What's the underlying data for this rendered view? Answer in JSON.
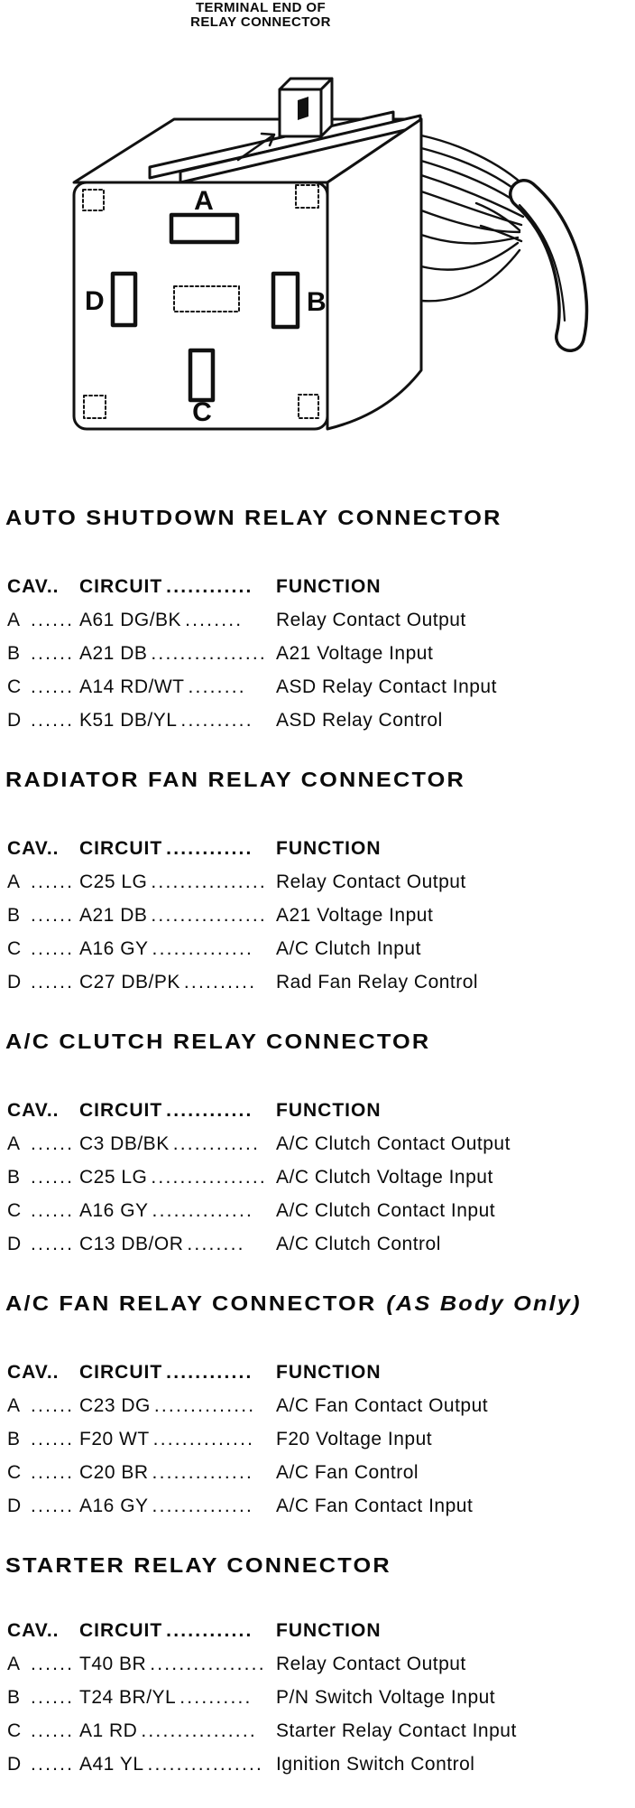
{
  "title": {
    "line1": "TERMINAL END OF",
    "line2": "RELAY CONNECTOR"
  },
  "diagram": {
    "label_a": "A",
    "label_b": "B",
    "label_c": "C",
    "label_d": "D"
  },
  "sections": [
    {
      "title": "AUTO SHUTDOWN RELAY CONNECTOR",
      "title_note": "",
      "header": {
        "cav": "CAV..",
        "circuit": "CIRCUIT",
        "dots": "............",
        "function": "FUNCTION"
      },
      "rows": [
        {
          "cav": "A",
          "cav_dots": "......",
          "circuit": "A61 DG/BK",
          "dots": "........",
          "function": "Relay Contact Output"
        },
        {
          "cav": "B",
          "cav_dots": "......",
          "circuit": "A21 DB",
          "dots": "................",
          "function": "A21 Voltage Input"
        },
        {
          "cav": "C",
          "cav_dots": "......",
          "circuit": "A14 RD/WT",
          "dots": "........",
          "function": "ASD Relay Contact Input"
        },
        {
          "cav": "D",
          "cav_dots": "......",
          "circuit": "K51 DB/YL",
          "dots": "..........",
          "function": "ASD Relay Control"
        }
      ]
    },
    {
      "title": "RADIATOR FAN RELAY CONNECTOR",
      "title_note": "",
      "header": {
        "cav": "CAV..",
        "circuit": "CIRCUIT",
        "dots": "............",
        "function": "FUNCTION"
      },
      "rows": [
        {
          "cav": "A",
          "cav_dots": "......",
          "circuit": "C25 LG",
          "dots": "................",
          "function": "Relay Contact Output"
        },
        {
          "cav": "B",
          "cav_dots": "......",
          "circuit": "A21 DB",
          "dots": "................",
          "function": "A21 Voltage Input"
        },
        {
          "cav": "C",
          "cav_dots": "......",
          "circuit": "A16 GY",
          "dots": "..............",
          "function": "A/C Clutch Input"
        },
        {
          "cav": "D",
          "cav_dots": "......",
          "circuit": "C27 DB/PK",
          "dots": "..........",
          "function": "Rad Fan Relay Control"
        }
      ]
    },
    {
      "title": "A/C CLUTCH RELAY CONNECTOR",
      "title_note": "",
      "header": {
        "cav": "CAV..",
        "circuit": "CIRCUIT",
        "dots": "............",
        "function": "FUNCTION"
      },
      "rows": [
        {
          "cav": "A",
          "cav_dots": "......",
          "circuit": "C3 DB/BK",
          "dots": "............",
          "function": "A/C Clutch Contact Output"
        },
        {
          "cav": "B",
          "cav_dots": "......",
          "circuit": "C25 LG",
          "dots": "................",
          "function": "A/C Clutch Voltage Input"
        },
        {
          "cav": "C",
          "cav_dots": "......",
          "circuit": "A16 GY",
          "dots": "..............",
          "function": "A/C Clutch Contact Input"
        },
        {
          "cav": "D",
          "cav_dots": "......",
          "circuit": "C13 DB/OR",
          "dots": "........",
          "function": "A/C Clutch Control"
        }
      ]
    },
    {
      "title": "A/C FAN RELAY CONNECTOR",
      "title_note": "(AS Body Only)",
      "header": {
        "cav": "CAV..",
        "circuit": "CIRCUIT",
        "dots": "............",
        "function": "FUNCTION"
      },
      "rows": [
        {
          "cav": "A",
          "cav_dots": "......",
          "circuit": "C23 DG",
          "dots": "..............",
          "function": "A/C Fan Contact Output"
        },
        {
          "cav": "B",
          "cav_dots": "......",
          "circuit": "F20 WT",
          "dots": "..............",
          "function": "F20 Voltage Input"
        },
        {
          "cav": "C",
          "cav_dots": "......",
          "circuit": "C20 BR",
          "dots": "..............",
          "function": "A/C Fan Control"
        },
        {
          "cav": "D",
          "cav_dots": "......",
          "circuit": "A16 GY",
          "dots": "..............",
          "function": "A/C Fan Contact Input"
        }
      ]
    },
    {
      "title": "STARTER RELAY CONNECTOR",
      "title_note": "",
      "header": {
        "cav": "CAV..",
        "circuit": "CIRCUIT",
        "dots": "............",
        "function": "FUNCTION"
      },
      "rows": [
        {
          "cav": "A",
          "cav_dots": "......",
          "circuit": "T40 BR",
          "dots": "................",
          "function": "Relay Contact Output"
        },
        {
          "cav": "B",
          "cav_dots": "......",
          "circuit": "T24 BR/YL",
          "dots": "..........",
          "function": "P/N Switch Voltage Input"
        },
        {
          "cav": "C",
          "cav_dots": "......",
          "circuit": "A1 RD",
          "dots": "................",
          "function": "Starter Relay Contact Input"
        },
        {
          "cav": "D",
          "cav_dots": "......",
          "circuit": "A41 YL",
          "dots": "................",
          "function": "Ignition Switch Control"
        }
      ]
    }
  ]
}
